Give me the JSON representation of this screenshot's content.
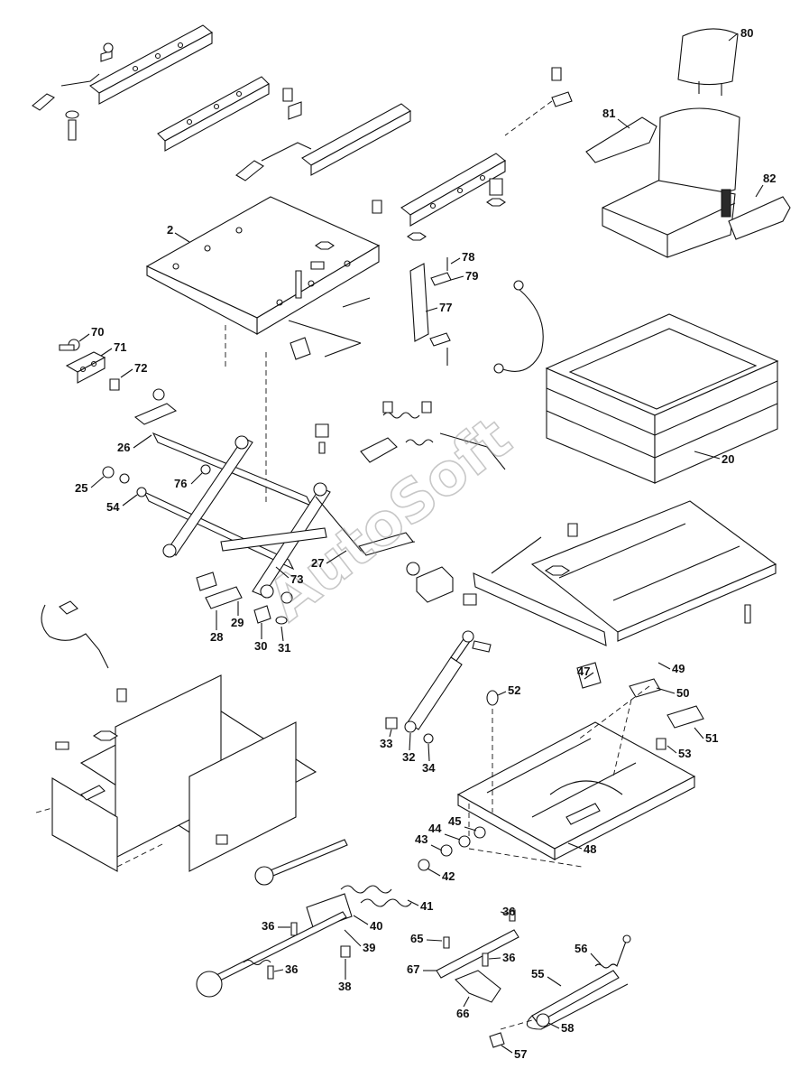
{
  "watermark": "AutoSoft",
  "callouts": {
    "c80": "80",
    "c81": "81",
    "c82": "82",
    "c2": "2",
    "c78": "78",
    "c79": "79",
    "c77": "77",
    "c70": "70",
    "c71": "71",
    "c72": "72",
    "c20": "20",
    "c26": "26",
    "c76": "76",
    "c25": "25",
    "c54": "54",
    "c27": "27",
    "c73": "73",
    "c28": "28",
    "c29": "29",
    "c30": "30",
    "c31": "31",
    "c47": "47",
    "c49": "49",
    "c50": "50",
    "c52": "52",
    "c51": "51",
    "c53": "53",
    "c33": "33",
    "c32": "32",
    "c34": "34",
    "c48": "48",
    "c44": "44",
    "c45": "45",
    "c43": "43",
    "c42": "42",
    "c41": "41",
    "c40": "40",
    "c39": "39",
    "c36a": "36",
    "c36b": "36",
    "c36c": "36",
    "c36d": "36",
    "c38": "38",
    "c65": "65",
    "c67": "67",
    "c66": "66",
    "c56": "56",
    "c55": "55",
    "c58": "58",
    "c57": "57"
  }
}
